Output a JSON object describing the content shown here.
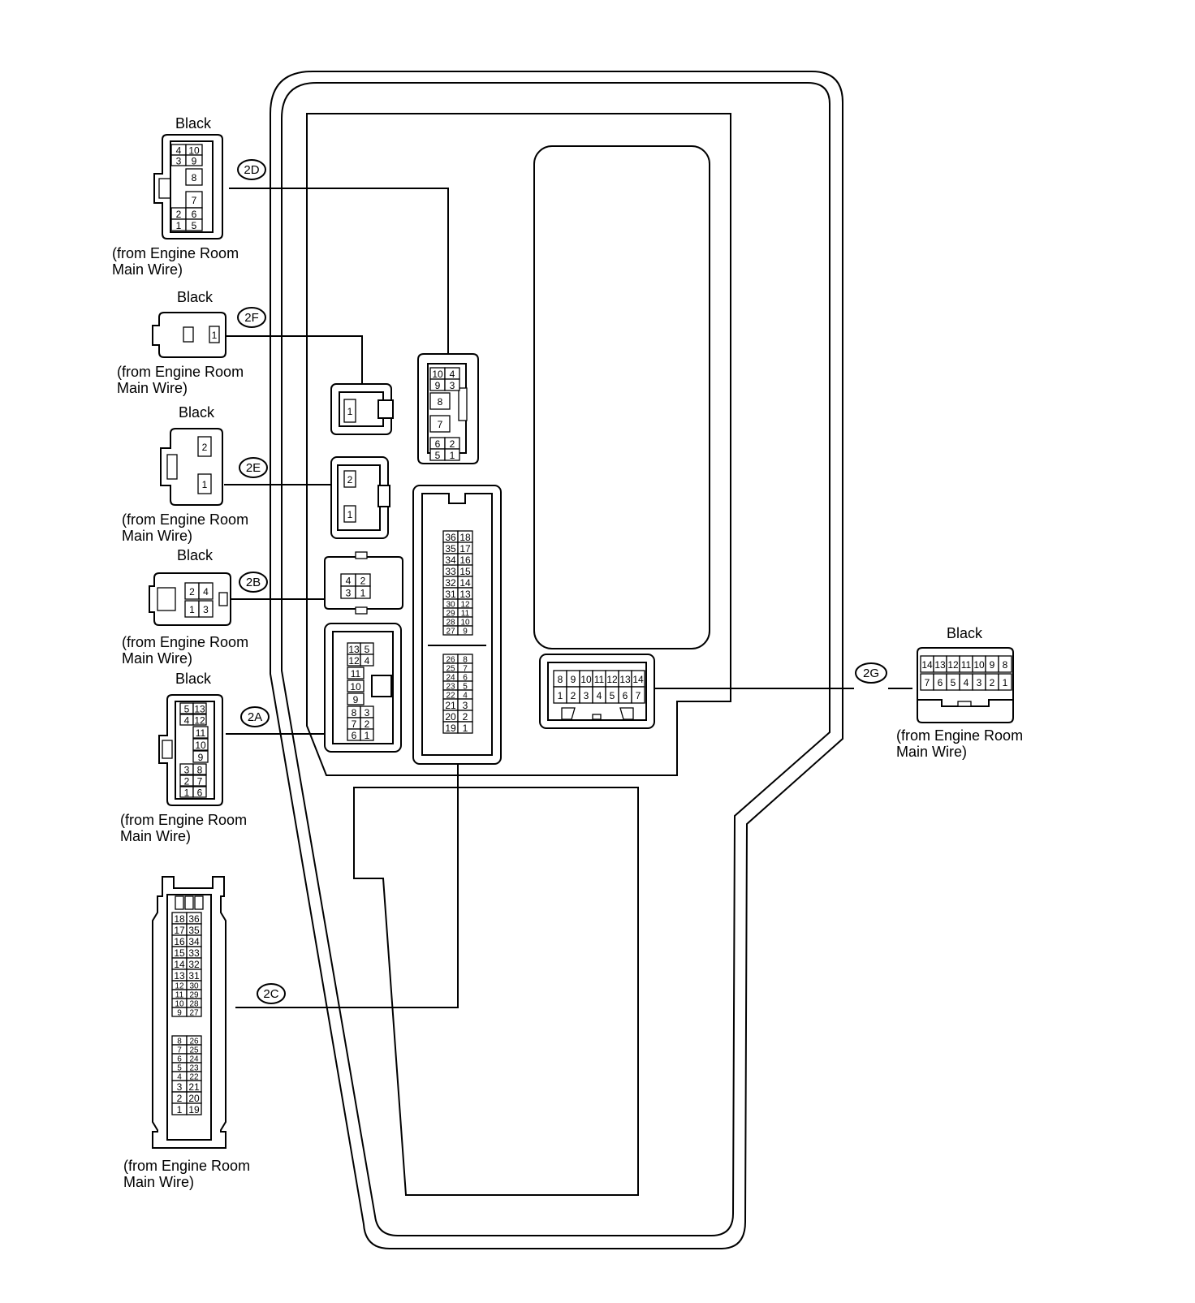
{
  "connectors": {
    "2D": {
      "id": "2D",
      "color": "Black",
      "source_line1": "(from Engine Room",
      "source_line2": "Main Wire)"
    },
    "2F": {
      "id": "2F",
      "color": "Black",
      "source_line1": "(from Engine Room",
      "source_line2": "Main Wire)"
    },
    "2E": {
      "id": "2E",
      "color": "Black",
      "source_line1": "(from Engine Room",
      "source_line2": "Main Wire)"
    },
    "2B": {
      "id": "2B",
      "color": "Black",
      "source_line1": "(from Engine Room",
      "source_line2": "Main Wire)"
    },
    "2A": {
      "id": "2A",
      "color": "Black",
      "source_line1": "(from Engine Room",
      "source_line2": "Main Wire)"
    },
    "2C": {
      "id": "2C",
      "source_line1": "(from Engine Room",
      "source_line2": "Main Wire)"
    },
    "2G": {
      "id": "2G",
      "color": "Black",
      "source_line1": "(from Engine Room",
      "source_line2": "Main Wire)"
    }
  },
  "pins": {
    "d2D": [
      "4",
      "10",
      "3",
      "9",
      "8",
      "7",
      "2",
      "6",
      "1",
      "5"
    ],
    "d2F": [
      "1"
    ],
    "d2E": [
      "2",
      "1"
    ],
    "d2B": [
      "2",
      "4",
      "1",
      "3"
    ],
    "d2A": [
      "5",
      "13",
      "4",
      "12",
      "11",
      "10",
      "9",
      "3",
      "8",
      "2",
      "7",
      "1",
      "6"
    ],
    "d2C": [
      "18",
      "36",
      "17",
      "35",
      "16",
      "34",
      "15",
      "33",
      "14",
      "32",
      "13",
      "31",
      "12",
      "30",
      "11",
      "29",
      "10",
      "28",
      "9",
      "27",
      "8",
      "26",
      "7",
      "25",
      "6",
      "24",
      "5",
      "23",
      "4",
      "22",
      "3",
      "21",
      "2",
      "20",
      "1",
      "19"
    ],
    "d2G": [
      "14",
      "13",
      "12",
      "11",
      "10",
      "9",
      "8",
      "7",
      "6",
      "5",
      "4",
      "3",
      "2",
      "1"
    ],
    "b2D": [
      "10",
      "4",
      "9",
      "3",
      "8",
      "7",
      "6",
      "2",
      "5",
      "1"
    ],
    "b2F": [
      "1"
    ],
    "b2E": [
      "2",
      "1"
    ],
    "b2B": [
      "4",
      "2",
      "3",
      "1"
    ],
    "b2A": [
      "13",
      "5",
      "12",
      "4",
      "11",
      "10",
      "9",
      "8",
      "3",
      "7",
      "2",
      "6",
      "1"
    ],
    "b2C": [
      "36",
      "18",
      "35",
      "17",
      "34",
      "16",
      "33",
      "15",
      "32",
      "14",
      "31",
      "13",
      "30",
      "12",
      "29",
      "11",
      "28",
      "10",
      "27",
      "9",
      "26",
      "8",
      "25",
      "7",
      "24",
      "6",
      "23",
      "5",
      "22",
      "4",
      "21",
      "3",
      "20",
      "2",
      "19",
      "1"
    ],
    "b2G": [
      "8",
      "9",
      "10",
      "11",
      "12",
      "13",
      "14",
      "1",
      "2",
      "3",
      "4",
      "5",
      "6",
      "7"
    ]
  }
}
